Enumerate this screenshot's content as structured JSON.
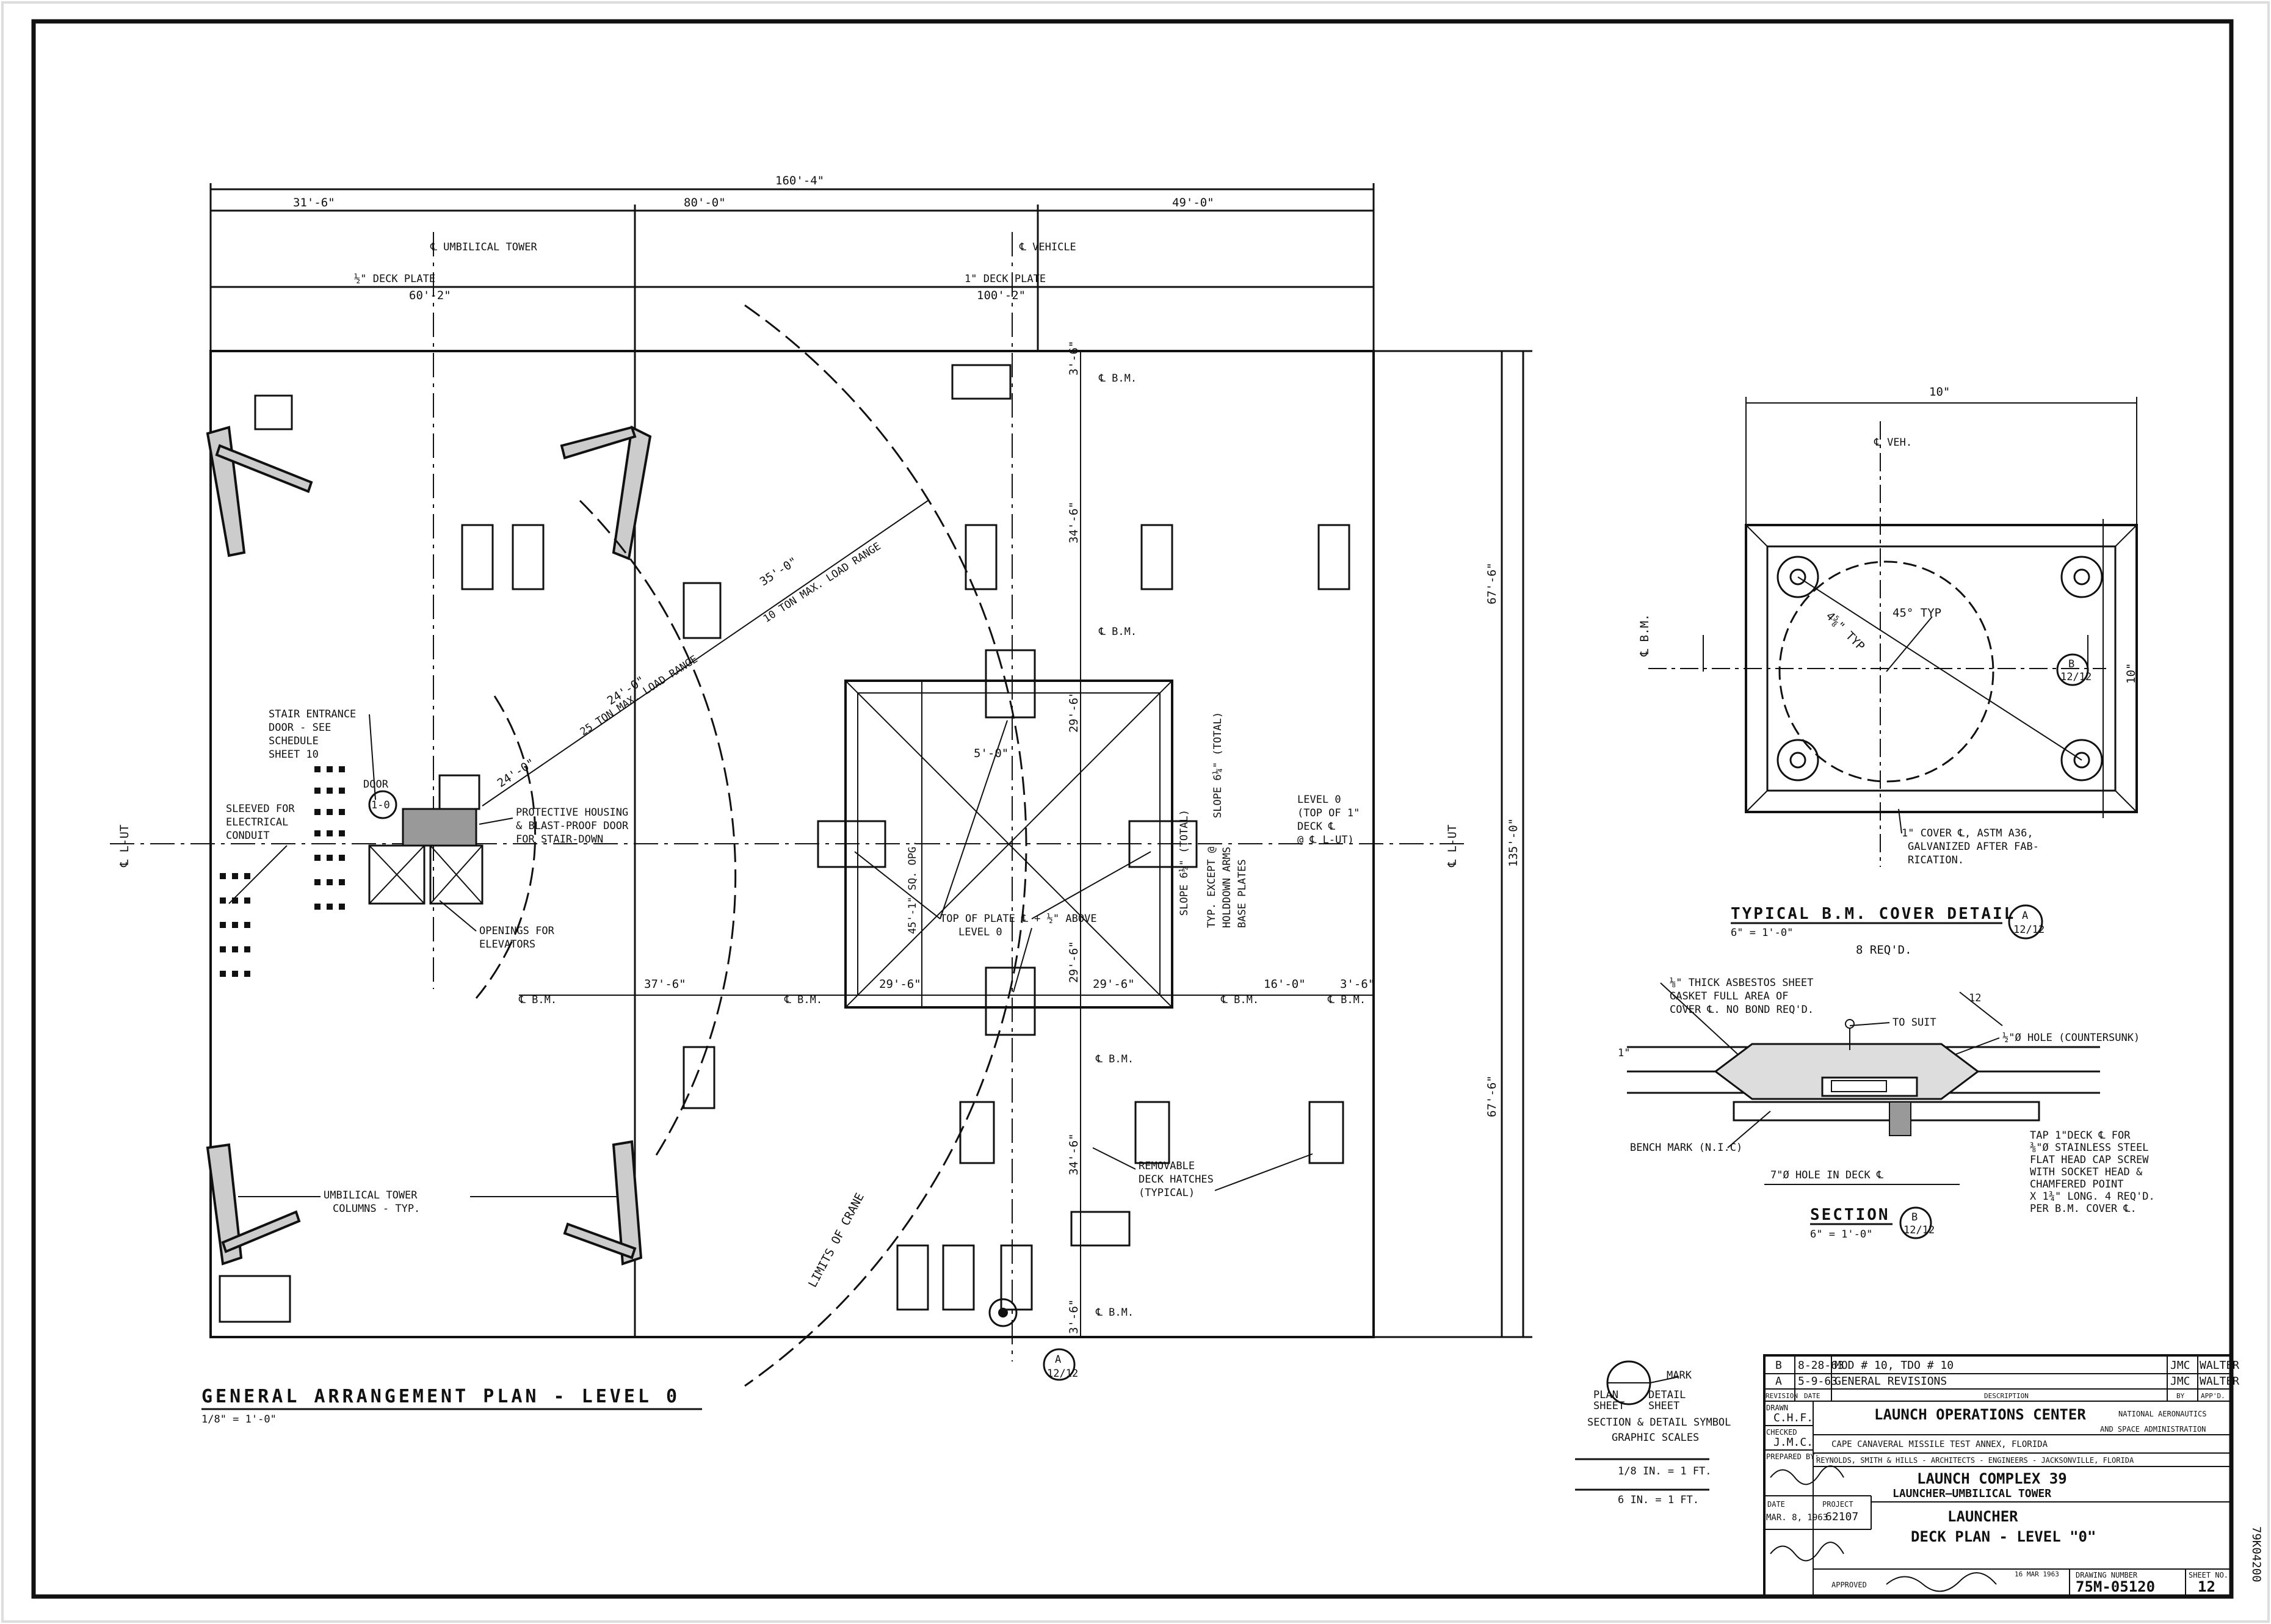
{
  "plan": {
    "overall_dim": "160'-4\"",
    "dims_top": [
      "31'-6\"",
      "80'-0\"",
      "49'-0\""
    ],
    "cl_umbilical": "℄ UMBILICAL TOWER",
    "cl_vehicle": "℄ VEHICLE",
    "deck_plate_left": "½\" DECK PLATE",
    "deck_plate_left_dim": "60'-2\"",
    "deck_plate_right": "1\" DECK PLATE",
    "deck_plate_right_dim": "100'-2\"",
    "right_overall": "135'-0\"",
    "right_upper": "67'-6\"",
    "right_lower": "67'-6\"",
    "l_ut_left": "℄ L-UT",
    "l_ut_right": "℄ L-UT",
    "bm_labels": [
      "℄ B.M.",
      "℄ B.M.",
      "℄ B.M.",
      "℄ B.M.",
      "℄ B.M.",
      "℄ B.M.",
      "℄ B.M.",
      "℄ B.M."
    ],
    "dims_vertical": [
      "3'-6\"",
      "34'-6\"",
      "29'-6\"",
      "29'-6\"",
      "34'-6\"",
      "3'-6\""
    ],
    "dims_horizontal": [
      "37'-6\"",
      "29'-6\"",
      "29'-6\"",
      "16'-0\"",
      "3'-6\""
    ],
    "crane_35": "35'-0\"",
    "crane_10ton": "10 TON MAX. LOAD RANGE",
    "crane_24": "24'-0\"",
    "crane_25ton": "25 TON MAX. LOAD RANGE",
    "crane_24b": "24'-0\"",
    "limits_of_crane": "LIMITS OF CRANE",
    "stair_entrance": [
      "STAIR ENTRANCE",
      "DOOR - SEE",
      "SCHEDULE",
      "SHEET 10"
    ],
    "door": "DOOR",
    "door_tag": "1-0",
    "sleeved": [
      "SLEEVED FOR",
      "ELECTRICAL",
      "CONDUIT"
    ],
    "protective": [
      "PROTECTIVE HOUSING",
      "& BLAST-PROOF DOOR",
      "FOR STAIR-DOWN"
    ],
    "openings": [
      "OPENINGS FOR",
      "ELEVATORS"
    ],
    "sq_opg": "45'-1\" SQ. OPG.",
    "dim_5": "5'-0\"",
    "top_of_plate": [
      "TOP OF PLATE ℄ + ½\" ABOVE",
      "LEVEL 0"
    ],
    "slope_a": "SLOPE 6¼\" (TOTAL)",
    "slope_b": "SLOPE 6¼\" (TOTAL)",
    "typ_except": [
      "TYP. EXCEPT @",
      "HOLDDOWN ARMS",
      "BASE PLATES"
    ],
    "level0_note": [
      "LEVEL 0",
      "(TOP OF 1\"",
      "DECK ℄",
      "@ ℄ L-UT)"
    ],
    "removable": [
      "REMOVABLE",
      "DECK HATCHES",
      "(TYPICAL)"
    ],
    "umbilical_cols": [
      "UMBILICAL TOWER",
      "COLUMNS - TYP."
    ],
    "detail_tag_a": "A",
    "detail_tag_a_sheet": "12/12",
    "title": "GENERAL ARRANGEMENT PLAN - LEVEL 0",
    "scale": "1/8\" = 1'-0\""
  },
  "cover_detail": {
    "dim_top": "10\"",
    "dim_right": "10\"",
    "cl_veh": "℄ VEH.",
    "cl_bm": "℄ B.M.",
    "angle": "45° TYP",
    "dia": "4⅝\" TYP",
    "section_tag": "B",
    "section_sheet": "12/12",
    "note": [
      "1\" COVER ℄, ASTM A36,",
      "GALVANIZED AFTER FAB-",
      "RICATION."
    ],
    "title": "TYPICAL  B.M.  COVER DETAIL",
    "tag": "A",
    "tag_sheet": "12/12",
    "scale": "6\" = 1'-0\"",
    "req": "8 REQ'D."
  },
  "section_b": {
    "gasket": [
      "⅛\" THICK ASBESTOS SHEET",
      "GASKET FULL AREA OF",
      "COVER ℄. NO BOND REQ'D."
    ],
    "to_suit": "TO SUIT",
    "slope": "12",
    "hole": "½\"Ø HOLE (COUNTERSUNK)",
    "dim_1": "1\"",
    "bench_mark": "BENCH MARK (N.I.C)",
    "hole_in_deck": "7\"Ø HOLE IN   DECK ℄",
    "tap": [
      "TAP 1\"DECK ℄ FOR",
      "⅜\"Ø STAINLESS STEEL",
      "FLAT HEAD CAP SCREW",
      "WITH SOCKET HEAD &",
      "CHAMFERED POINT",
      "X 1¾\" LONG. 4 REQ'D.",
      "PER B.M. COVER ℄."
    ],
    "title": "SECTION",
    "tag": "B",
    "tag_sheet": "12/12",
    "scale": "6\" = 1'-0\""
  },
  "legend": {
    "plan_sheet": [
      "PLAN",
      "SHEET"
    ],
    "detail_sheet": [
      "DETAIL",
      "SHEET"
    ],
    "mark": "MARK",
    "caption": "SECTION & DETAIL SYMBOL",
    "graphic": "GRAPHIC SCALES",
    "scale1": "1/8 IN. = 1 FT.",
    "scale2": "6 IN. = 1 FT."
  },
  "title_block": {
    "revisions": [
      {
        "rev": "B",
        "date": "8-28-63",
        "desc": "MOD # 10, TDO # 10",
        "by": "JMC",
        "appd": "WALTER"
      },
      {
        "rev": "A",
        "date": "5-9-63",
        "desc": "GENERAL REVISIONS",
        "by": "JMC",
        "appd": "WALTER"
      }
    ],
    "rev_headers": [
      "REVISION",
      "DATE",
      "DESCRIPTION",
      "BY",
      "APP'D."
    ],
    "drawn_label": "DRAWN",
    "drawn_by": "C.H.F.",
    "checked_label": "CHECKED",
    "checked_by": "J.M.C.",
    "prepared_label": "PREPARED BY:",
    "org": "LAUNCH OPERATIONS CENTER",
    "nasa": [
      "NATIONAL AERONAUTICS",
      "AND SPACE ADMINISTRATION"
    ],
    "location": "CAPE CANAVERAL MISSILE TEST ANNEX, FLORIDA",
    "architect": "REYNOLDS, SMITH & HILLS - ARCHITECTS - ENGINEERS - JACKSONVILLE, FLORIDA",
    "project_title": "LAUNCH COMPLEX 39",
    "project_sub": "LAUNCHER—UMBILICAL TOWER",
    "date_label": "DATE",
    "date": "MAR. 8, 1963",
    "project_label": "PROJECT",
    "project_no": "62107",
    "sheet_title1": "LAUNCHER",
    "sheet_title2": "DECK PLAN - LEVEL \"0\"",
    "approved_label": "APPROVED",
    "approved_date": "16 MAR 1963",
    "drawing_number_label": "DRAWING NUMBER",
    "drawing_number": "75M-05120",
    "sheet_no_label": "SHEET NO.",
    "sheet_no": "12"
  },
  "margin_note": "79K04200"
}
